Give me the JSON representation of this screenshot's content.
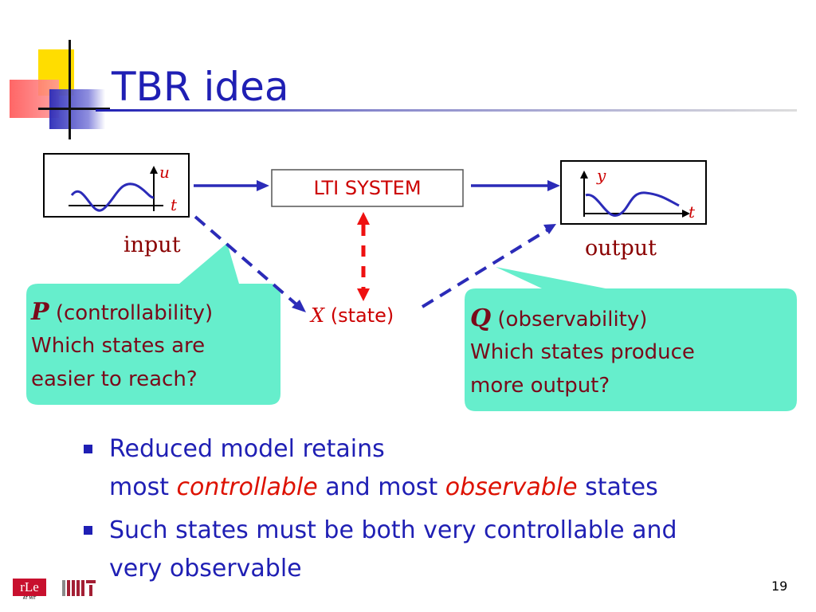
{
  "slide": {
    "title": "TBR idea",
    "page_number": "19"
  },
  "diagram": {
    "input_plot": {
      "y_label": "u",
      "x_label": "t"
    },
    "input_label": "input",
    "system_box": "LTI SYSTEM",
    "output_plot": {
      "y_label": "y",
      "x_label": "t"
    },
    "output_label": "output",
    "state": {
      "symbol": "X",
      "label": "(state)"
    }
  },
  "callouts": {
    "left": {
      "symbol": "P",
      "heading": "(controllability)",
      "line1": "Which states are",
      "line2": "easier to reach?"
    },
    "right": {
      "symbol": "Q",
      "heading": "(observability)",
      "line1": "Which states produce",
      "line2": "more output?"
    }
  },
  "bullets": {
    "b1": {
      "line1": "Reduced model retains",
      "part1": "most ",
      "em1": "controllable",
      "part2": " and most ",
      "em2": "observable",
      "part3": " states"
    },
    "b2": {
      "line1": "Such states must be both very controllable and",
      "line2": "very observable"
    }
  },
  "logos": {
    "rle": "rLe",
    "rle_sub": "AT MIT",
    "mit": "MIT"
  },
  "colors": {
    "title": "#1f1fb4",
    "arrow": "#2b2bb8",
    "callout_fill": "#66eecc",
    "callout_text": "#7a0a1a",
    "emphasis": "#dd1100"
  }
}
